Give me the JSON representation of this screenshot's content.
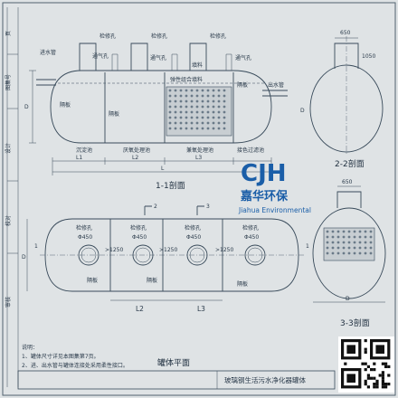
{
  "side_labels": [
    "页",
    "图集号",
    "设计",
    "校对",
    "审核"
  ],
  "section_1": {
    "title": "1-1剖面",
    "labels": {
      "inlet_pipe": "进水管",
      "inspection_1": "检修孔",
      "inspection_2": "检修孔",
      "inspection_3": "检修孔",
      "vent_1": "通气孔",
      "vent_2": "通气孔",
      "vent_3": "通气孔",
      "media": "填料",
      "bio_media": "弹性组合填料",
      "baffle_1": "隔板",
      "baffle_2": "隔板",
      "baffle_3": "隔板",
      "outlet_pipe": "出水管",
      "tank_sedimentation": "沉淀池",
      "tank_anaerobic": "厌氧处理池",
      "tank_aerobic": "兼氧处理池",
      "tank_contact": "接色过滤池",
      "dim_d": "D",
      "dim_l1": "L1",
      "dim_l2": "L2",
      "dim_l3": "L3",
      "dim_l": "L"
    }
  },
  "section_2": {
    "title": "2-2剖面",
    "labels": {
      "dim_650": "650",
      "dim_d": "D",
      "dim_1050": "1050"
    }
  },
  "section_3": {
    "title": "3-3剖面",
    "labels": {
      "dim_650": "650",
      "dim_d": "D"
    }
  },
  "plan": {
    "title": "罐体平面",
    "labels": {
      "mark_2": "2",
      "mark_3": "3",
      "mark_1_left": "1",
      "mark_1_right": "1",
      "inspection_1": "检修孔",
      "inspection_2": "检修孔",
      "inspection_3": "检修孔",
      "inspection_4": "检修孔",
      "dia_1": "Φ450",
      "dia_2": "Φ450",
      "dia_3": "Φ450",
      "dia_4": "Φ450",
      "spacing_1": ">1250",
      "spacing_2": ">1250",
      "spacing_3": ">1250",
      "baffle_1": "隔板",
      "baffle_2": "隔板",
      "baffle_3": "隔板",
      "dim_l2": "L2",
      "dim_l3": "L3",
      "dim_d": "D"
    }
  },
  "notes": {
    "heading": "说明：",
    "items": [
      "1、罐体尺寸详见本图集第7页。",
      "2、进、出水管与罐体连接处采用柔性接口。"
    ]
  },
  "title_block": {
    "drawing_title": "玻璃钢生活污水净化器罐体"
  },
  "logo": {
    "letters": "CJH",
    "name_cn": "嘉华环保",
    "name_en": "Jiahua Environmental"
  },
  "colors": {
    "paper": "#dfe3e5",
    "ink": "#384a5a",
    "brand": "#1a5ea8"
  }
}
